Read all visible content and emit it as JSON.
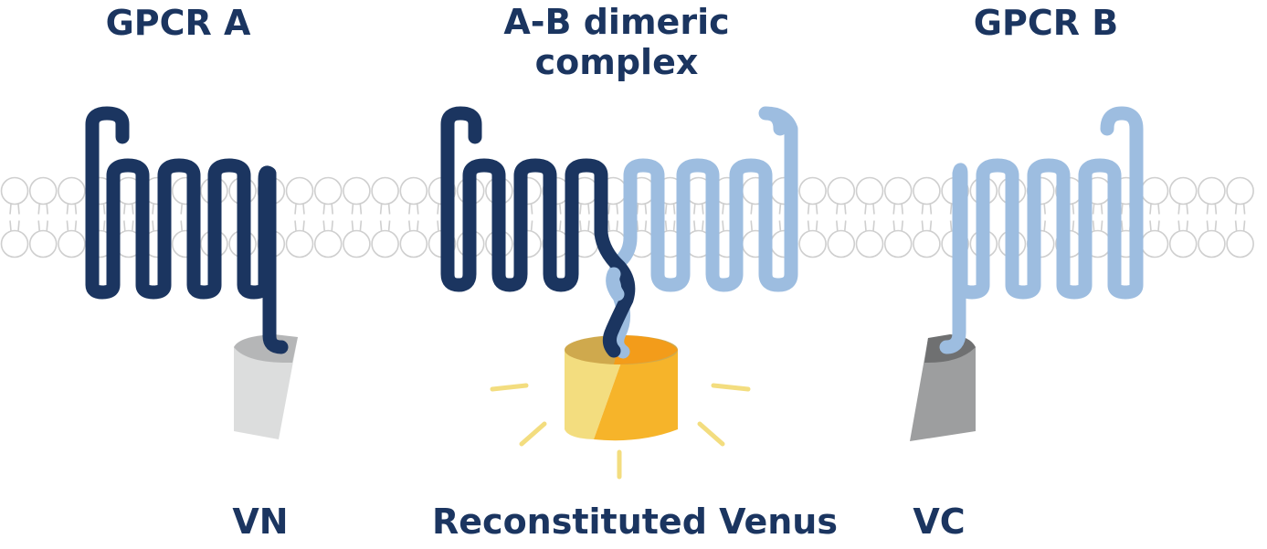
{
  "labels": {
    "gpcr_a": "GPCR A",
    "dimer": "A-B dimeric complex",
    "gpcr_b": "GPCR B",
    "vn": "VN",
    "venus": "Reconstituted Venus",
    "vc": "VC"
  },
  "colors": {
    "gpcr_a": "#1b3560",
    "gpcr_b": "#9dbde0",
    "membrane": "#cfcfcf",
    "vn_fragment": "#dcdddd",
    "vc_fragment": "#9d9e9f",
    "venus_light": "#f3dd7f",
    "venus_dark": "#f6b42a",
    "glow": "#f3dd7f"
  }
}
